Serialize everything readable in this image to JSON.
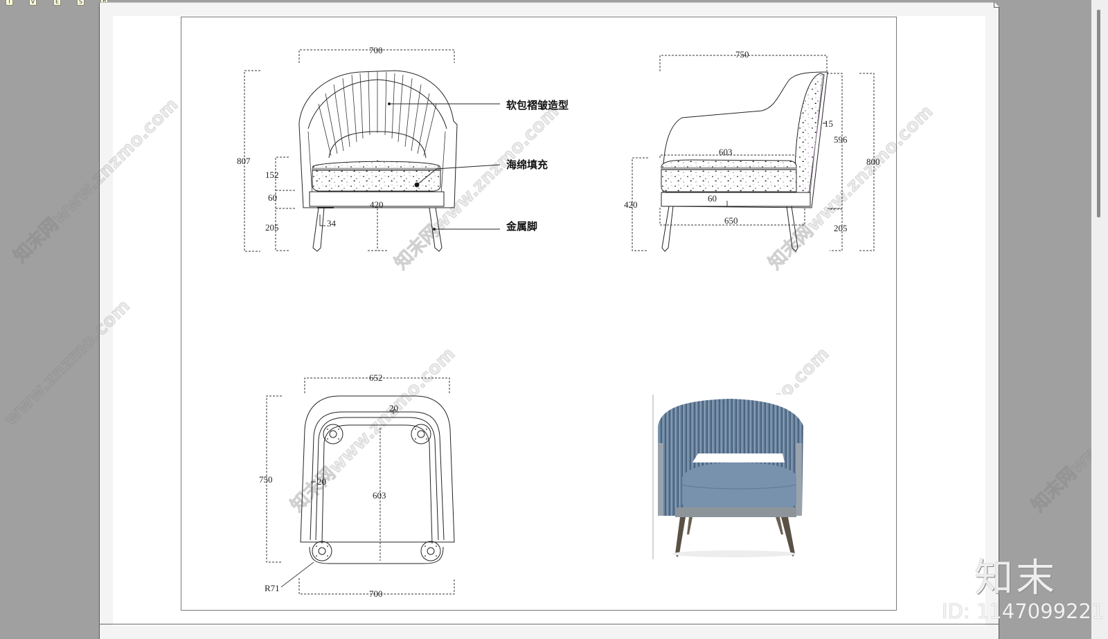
{
  "viewer": {
    "tab_markers": [
      "I",
      "V",
      "E",
      "S",
      "P"
    ],
    "canvas_color": "#a0a0a0"
  },
  "drawing": {
    "front_view": {
      "width_dim": "700",
      "total_height_dim": "807",
      "seat_cushion_dim": "152",
      "base_dim": "60",
      "leg_height_dim": "205",
      "seat_width_dim": "420",
      "leg_dim": "34",
      "callouts": {
        "pleated_upholstery": "软包褶皱造型",
        "sponge_filling": "海绵填充",
        "metal_legs": "金属脚"
      }
    },
    "side_view": {
      "depth_dim": "750",
      "seat_depth_dim": "603",
      "base_dim": "60",
      "leg_span_dim": "650",
      "seat_height_dim": "420",
      "back_thickness_dim": "15",
      "back_height_dim": "596",
      "leg_height_dim": "205",
      "total_height_dim": "800"
    },
    "top_view": {
      "back_width_dim": "652",
      "depth_dim": "750",
      "inner_depth_dim": "603",
      "back_thickness_dim": "20",
      "side_thickness_dim": "20",
      "corner_radius_dim": "R71",
      "front_width_dim": "700"
    },
    "photo": {
      "upholstery_color": "#6e88a3",
      "base_color": "#8e959a",
      "leg_color": "#5a5146"
    }
  },
  "branding": {
    "logo_text": "知末",
    "id_text": "ID: 1147099221",
    "watermark_site": "www.znzmo.com",
    "watermark_brand": "知末网"
  }
}
